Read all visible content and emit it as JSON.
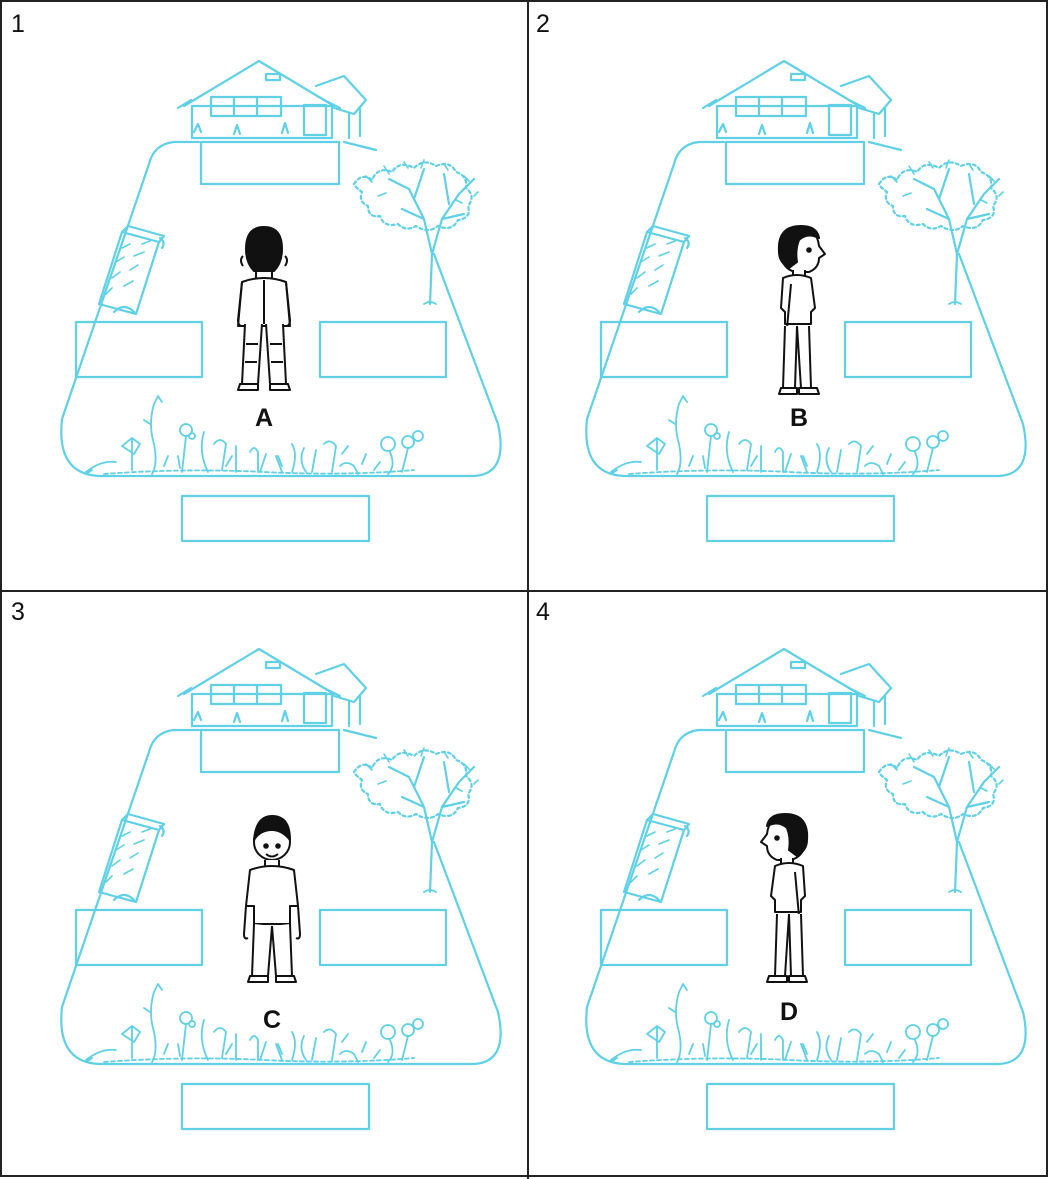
{
  "panels": [
    {
      "number": "1",
      "label": "A",
      "facing": "back"
    },
    {
      "number": "2",
      "label": "B",
      "facing": "right"
    },
    {
      "number": "3",
      "label": "C",
      "facing": "front"
    },
    {
      "number": "4",
      "label": "D",
      "facing": "left"
    }
  ],
  "colors": {
    "line": "#5fd0e6",
    "figure": "#111111",
    "border": "#222222"
  }
}
